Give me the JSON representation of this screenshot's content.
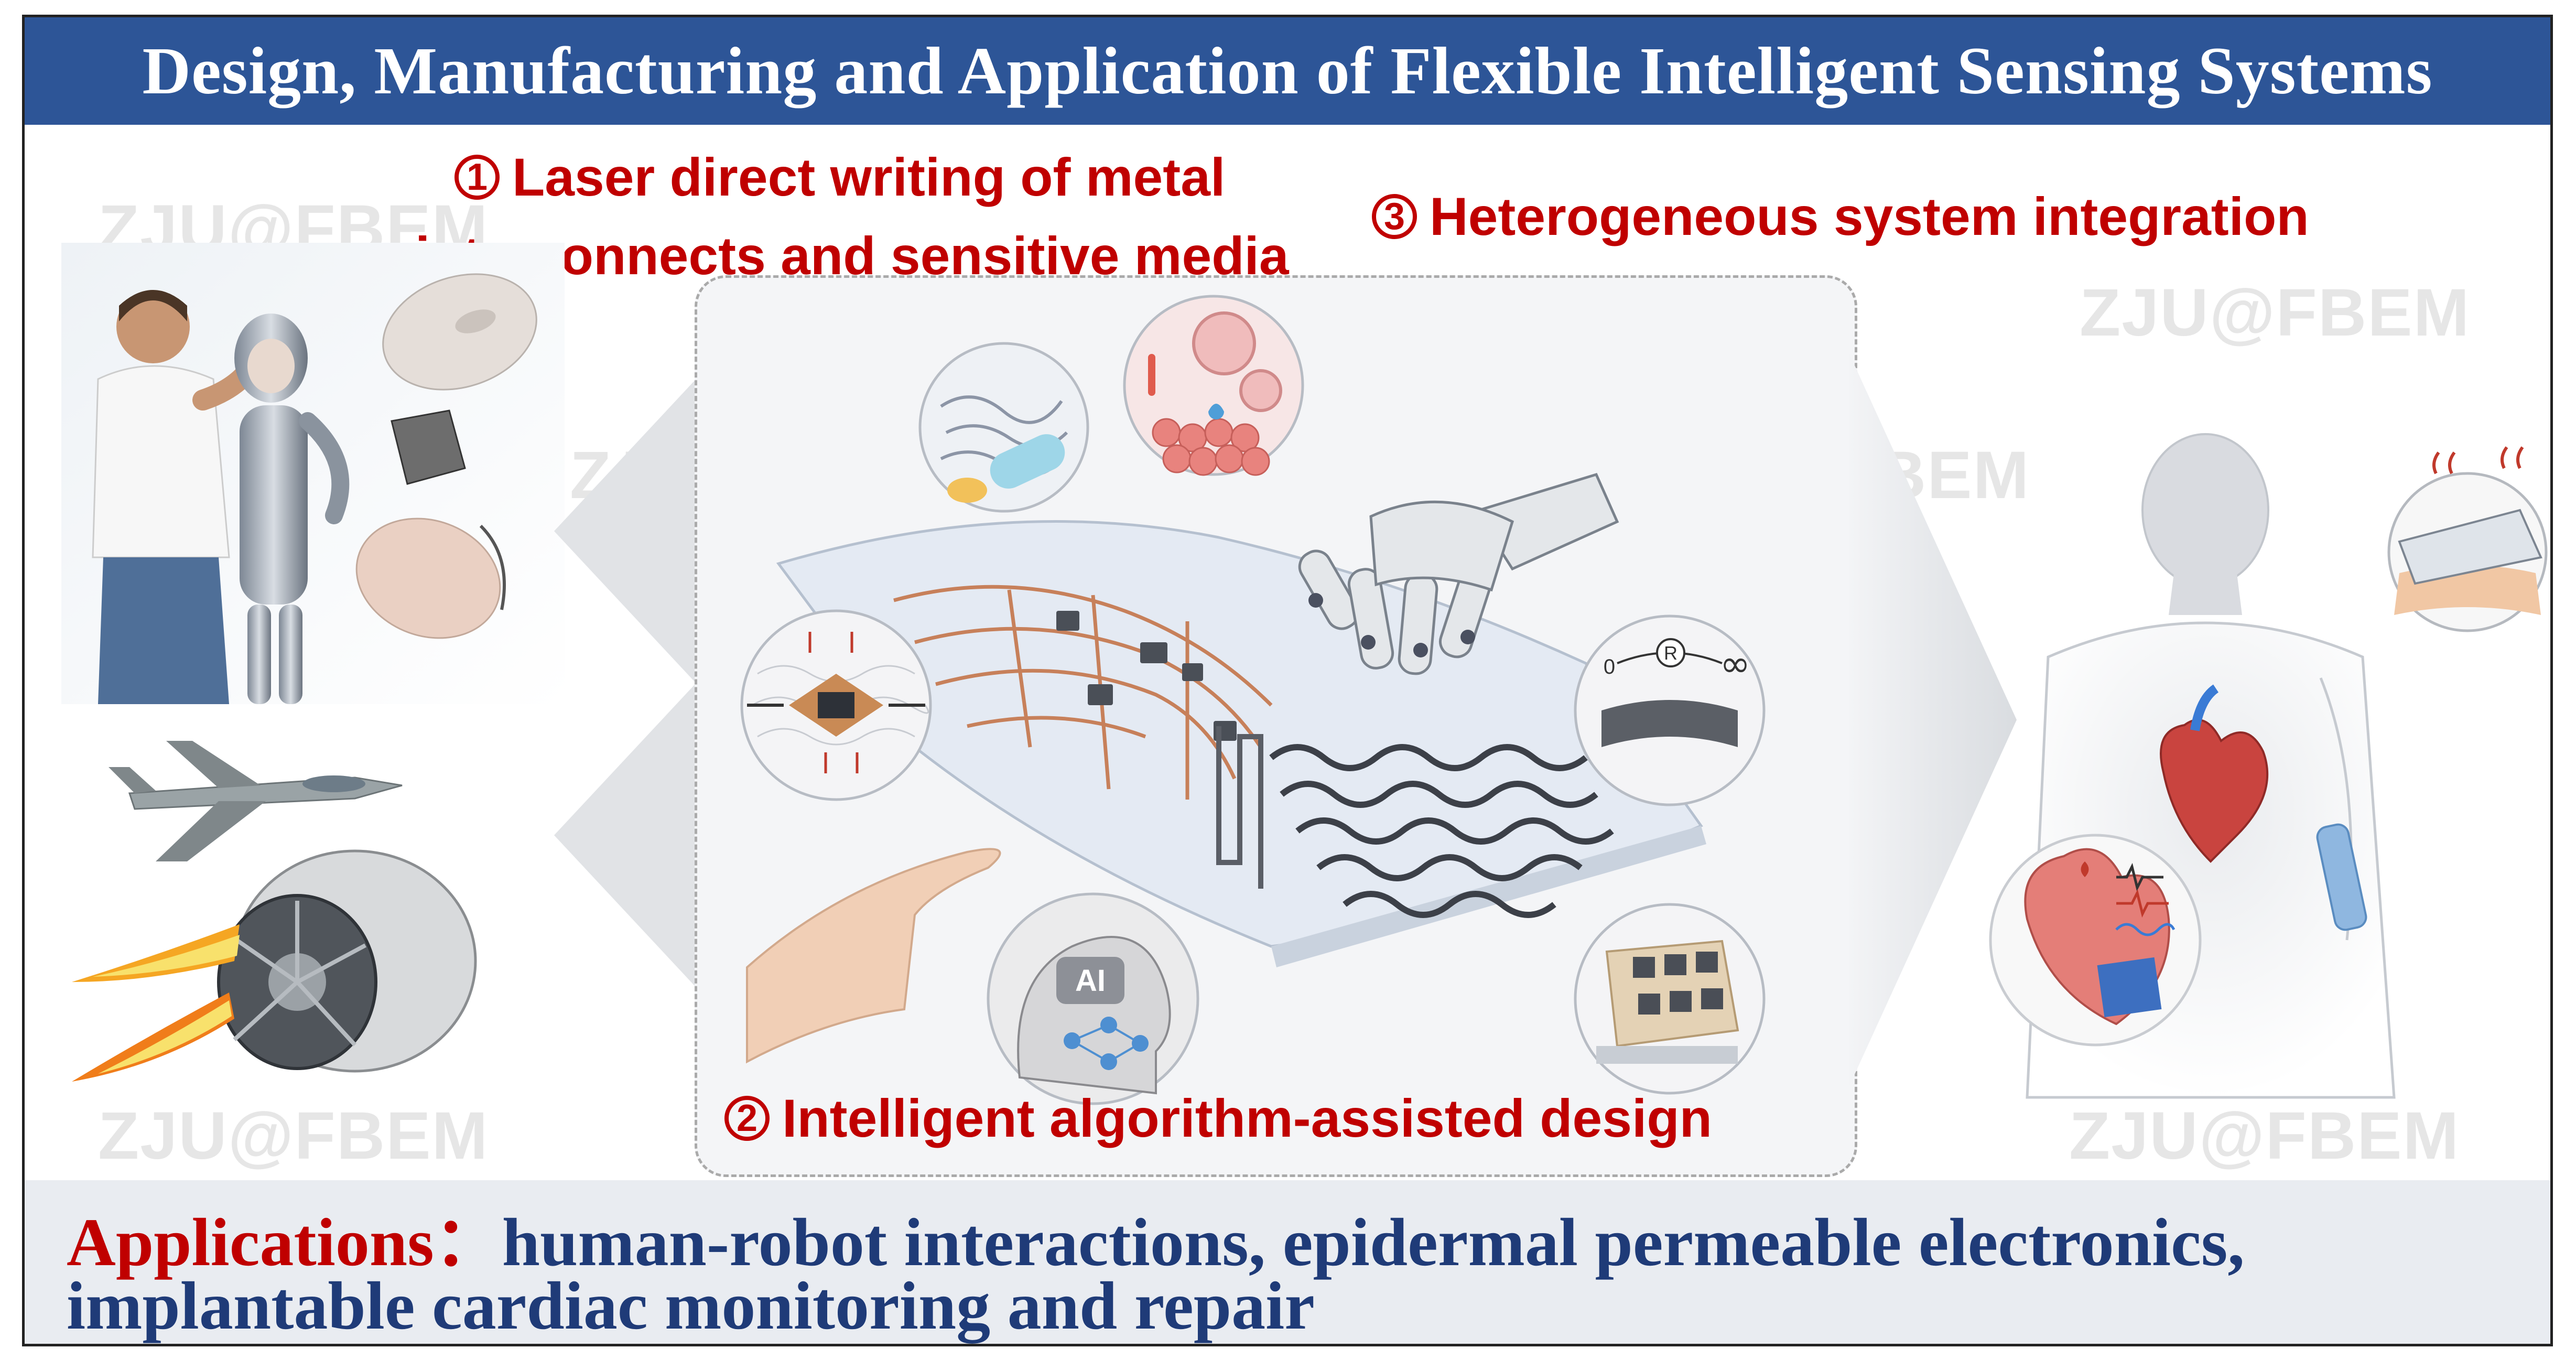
{
  "title": "Design, Manufacturing and Application of Flexible Intelligent Sensing Systems",
  "watermark": "ZJU@FBEM",
  "steps": [
    {
      "num": "1",
      "line1": "Laser direct writing of metal",
      "line2": "interconnects and sensitive media"
    },
    {
      "num": "2",
      "line1": "Intelligent algorithm-assisted design"
    },
    {
      "num": "3",
      "line1": "Heterogeneous system integration"
    }
  ],
  "applications": {
    "label": "Applications",
    "sep": "：",
    "line1": "human-robot interactions, epidermal permeable electronics,",
    "line2": "implantable cardiac monitoring and repair"
  },
  "inset_labels": {
    "ai": "AI",
    "resistance": "R",
    "zero": "0",
    "infinity": "∞"
  },
  "colors": {
    "title_bg": "#2d5597",
    "step_red": "#c00000",
    "apps_blue": "#1f3b78"
  }
}
